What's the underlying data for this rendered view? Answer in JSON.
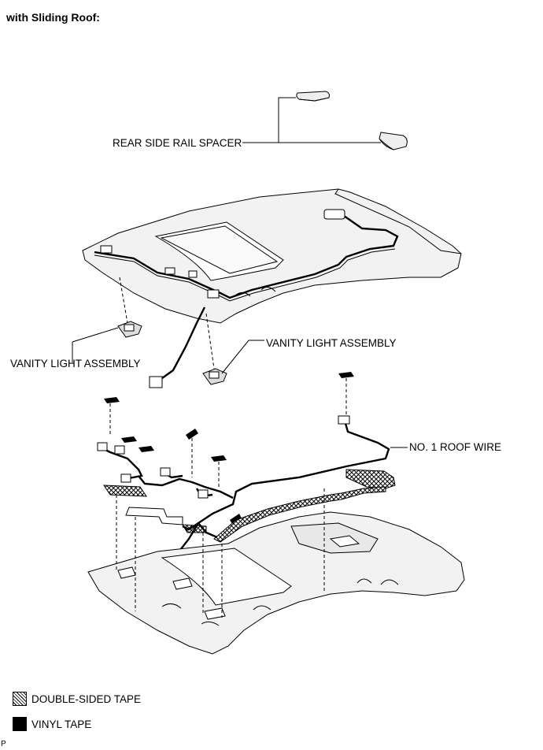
{
  "title": "with Sliding Roof:",
  "labels": {
    "rear_side_rail_spacer": "REAR SIDE RAIL SPACER",
    "vanity_light_left": "VANITY LIGHT ASSEMBLY",
    "vanity_light_right": "VANITY LIGHT ASSEMBLY",
    "roof_wire": "NO. 1 ROOF WIRE"
  },
  "legend": {
    "double_sided_tape": "DOUBLE-SIDED TAPE",
    "vinyl_tape": "VINYL TAPE"
  },
  "corner_mark": "P",
  "colors": {
    "line": "#000000",
    "background": "#ffffff",
    "shade": "#e6e6e6"
  }
}
